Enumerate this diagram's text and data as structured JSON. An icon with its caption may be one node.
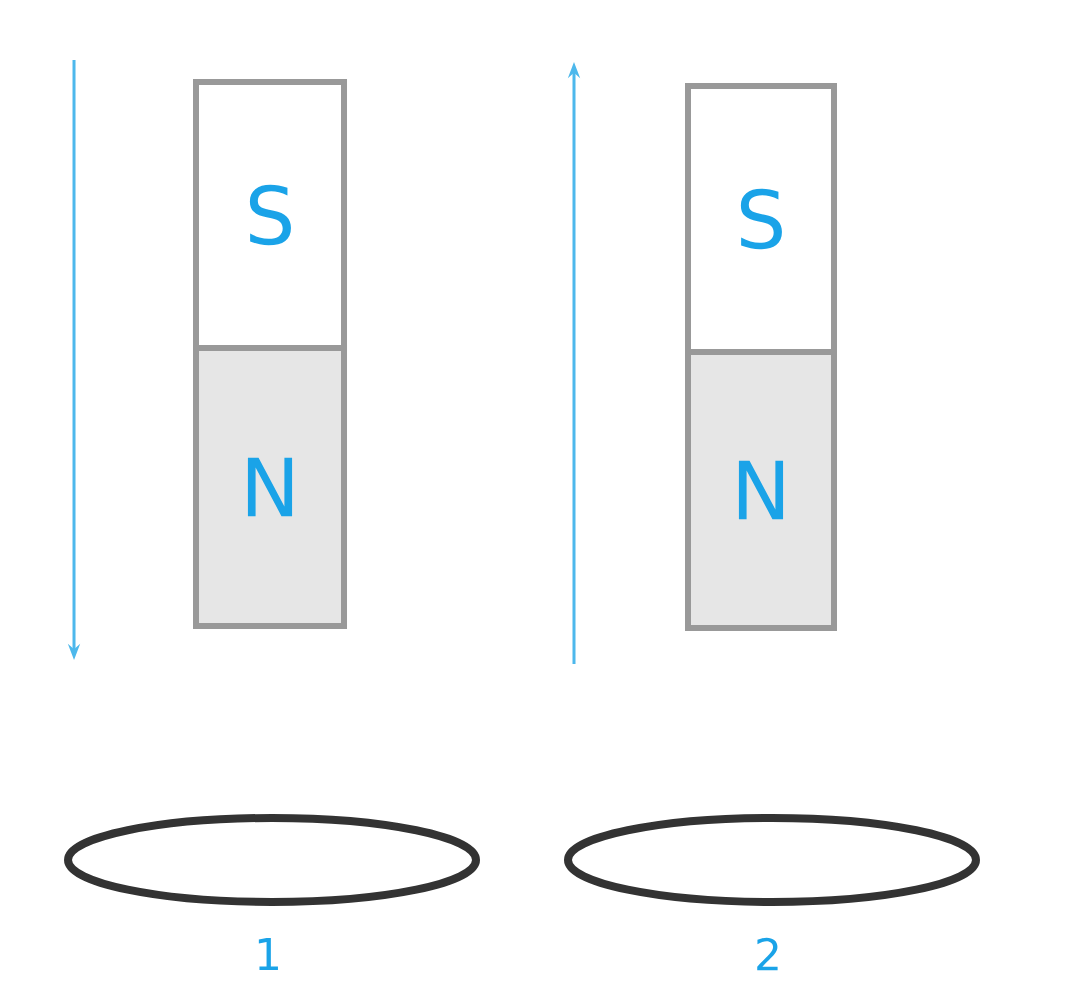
{
  "diagram": {
    "nodes": [
      {
        "text": [
          "S"
        ]
      },
      {
        "text": [
          "N"
        ]
      },
      {
        "text": [
          "S"
        ]
      },
      {
        "text": [
          "N"
        ]
      },
      {
        "text": [],
        "shape": "ellipse",
        "beside": [
          "1"
        ]
      },
      {
        "text": [],
        "shape": "ellipse",
        "beside": [
          "2"
        ]
      }
    ]
  }
}
